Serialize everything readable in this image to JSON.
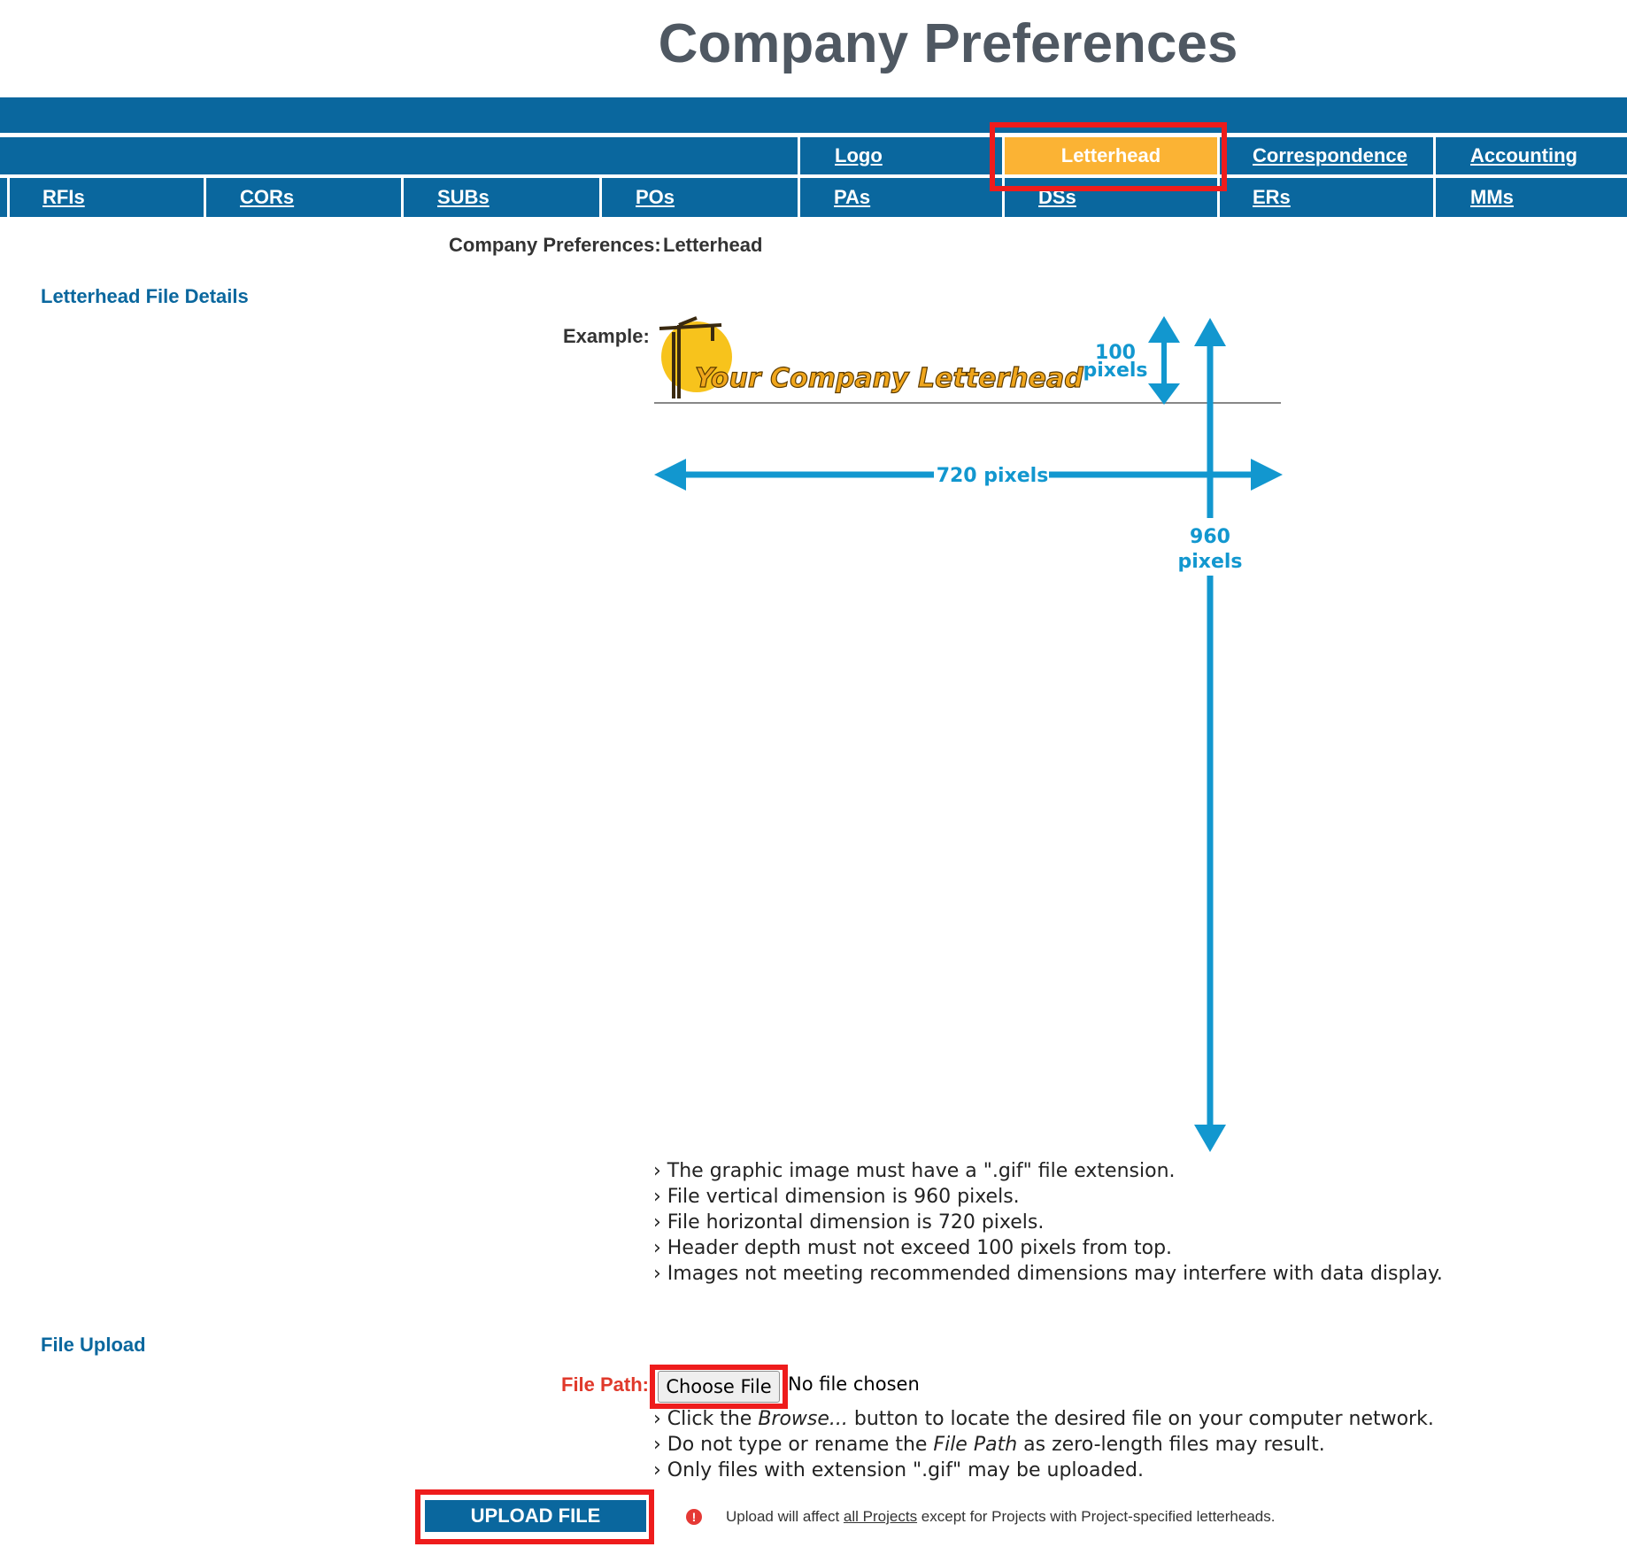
{
  "page": {
    "title": "Company Preferences"
  },
  "tabs": {
    "row1": [
      {
        "label": "Logo",
        "active": false
      },
      {
        "label": "Letterhead",
        "active": true
      },
      {
        "label": "Correspondence",
        "active": false
      },
      {
        "label": "Accounting",
        "active": false
      }
    ],
    "row2": [
      {
        "label": "RFIs"
      },
      {
        "label": "CORs"
      },
      {
        "label": "SUBs"
      },
      {
        "label": "POs"
      },
      {
        "label": "PAs"
      },
      {
        "label": "DSs"
      },
      {
        "label": "ERs"
      },
      {
        "label": "MMs"
      }
    ]
  },
  "breadcrumb": {
    "prefix": "Company Preferences:",
    "current": "Letterhead"
  },
  "details": {
    "section_title": "Letterhead File Details",
    "example_label": "Example:",
    "diagram": {
      "letterhead_text": "Your Company Letterhead",
      "height_value": "100",
      "height_unit": "pixels",
      "width_label": "720 pixels",
      "page_height_value": "960",
      "page_height_unit": "pixels"
    },
    "requirements": [
      "› The graphic image must have a \".gif\" file extension.",
      "› File vertical dimension is 960 pixels.",
      "› File horizontal dimension is 720 pixels.",
      "› Header depth must not exceed 100 pixels from top.",
      "› Images not meeting recommended dimensions may interfere with data display."
    ]
  },
  "upload": {
    "section_title": "File Upload",
    "file_path_label": "File Path:",
    "choose_button": "Choose File",
    "no_file": "No file chosen",
    "hint_1_pre": "› Click the ",
    "hint_1_em": "Browse...",
    "hint_1_post": " button to locate the desired file on your computer network.",
    "hint_2_pre": "› Do not type or rename the ",
    "hint_2_em": "File Path",
    "hint_2_post": " as zero-length files may result.",
    "hint_3": "› Only files with extension \".gif\" may be uploaded.",
    "upload_button": "UPLOAD FILE",
    "warning_pre": "Upload will affect ",
    "warning_link": "all Projects",
    "warning_post": " except for Projects with Project-specified letterheads."
  },
  "colors": {
    "nav_blue": "#0a679e",
    "active_tab": "#fbb334",
    "highlight_red": "#ee1c1c",
    "diagram_blue": "#1297cf",
    "label_red": "#e0392b"
  }
}
